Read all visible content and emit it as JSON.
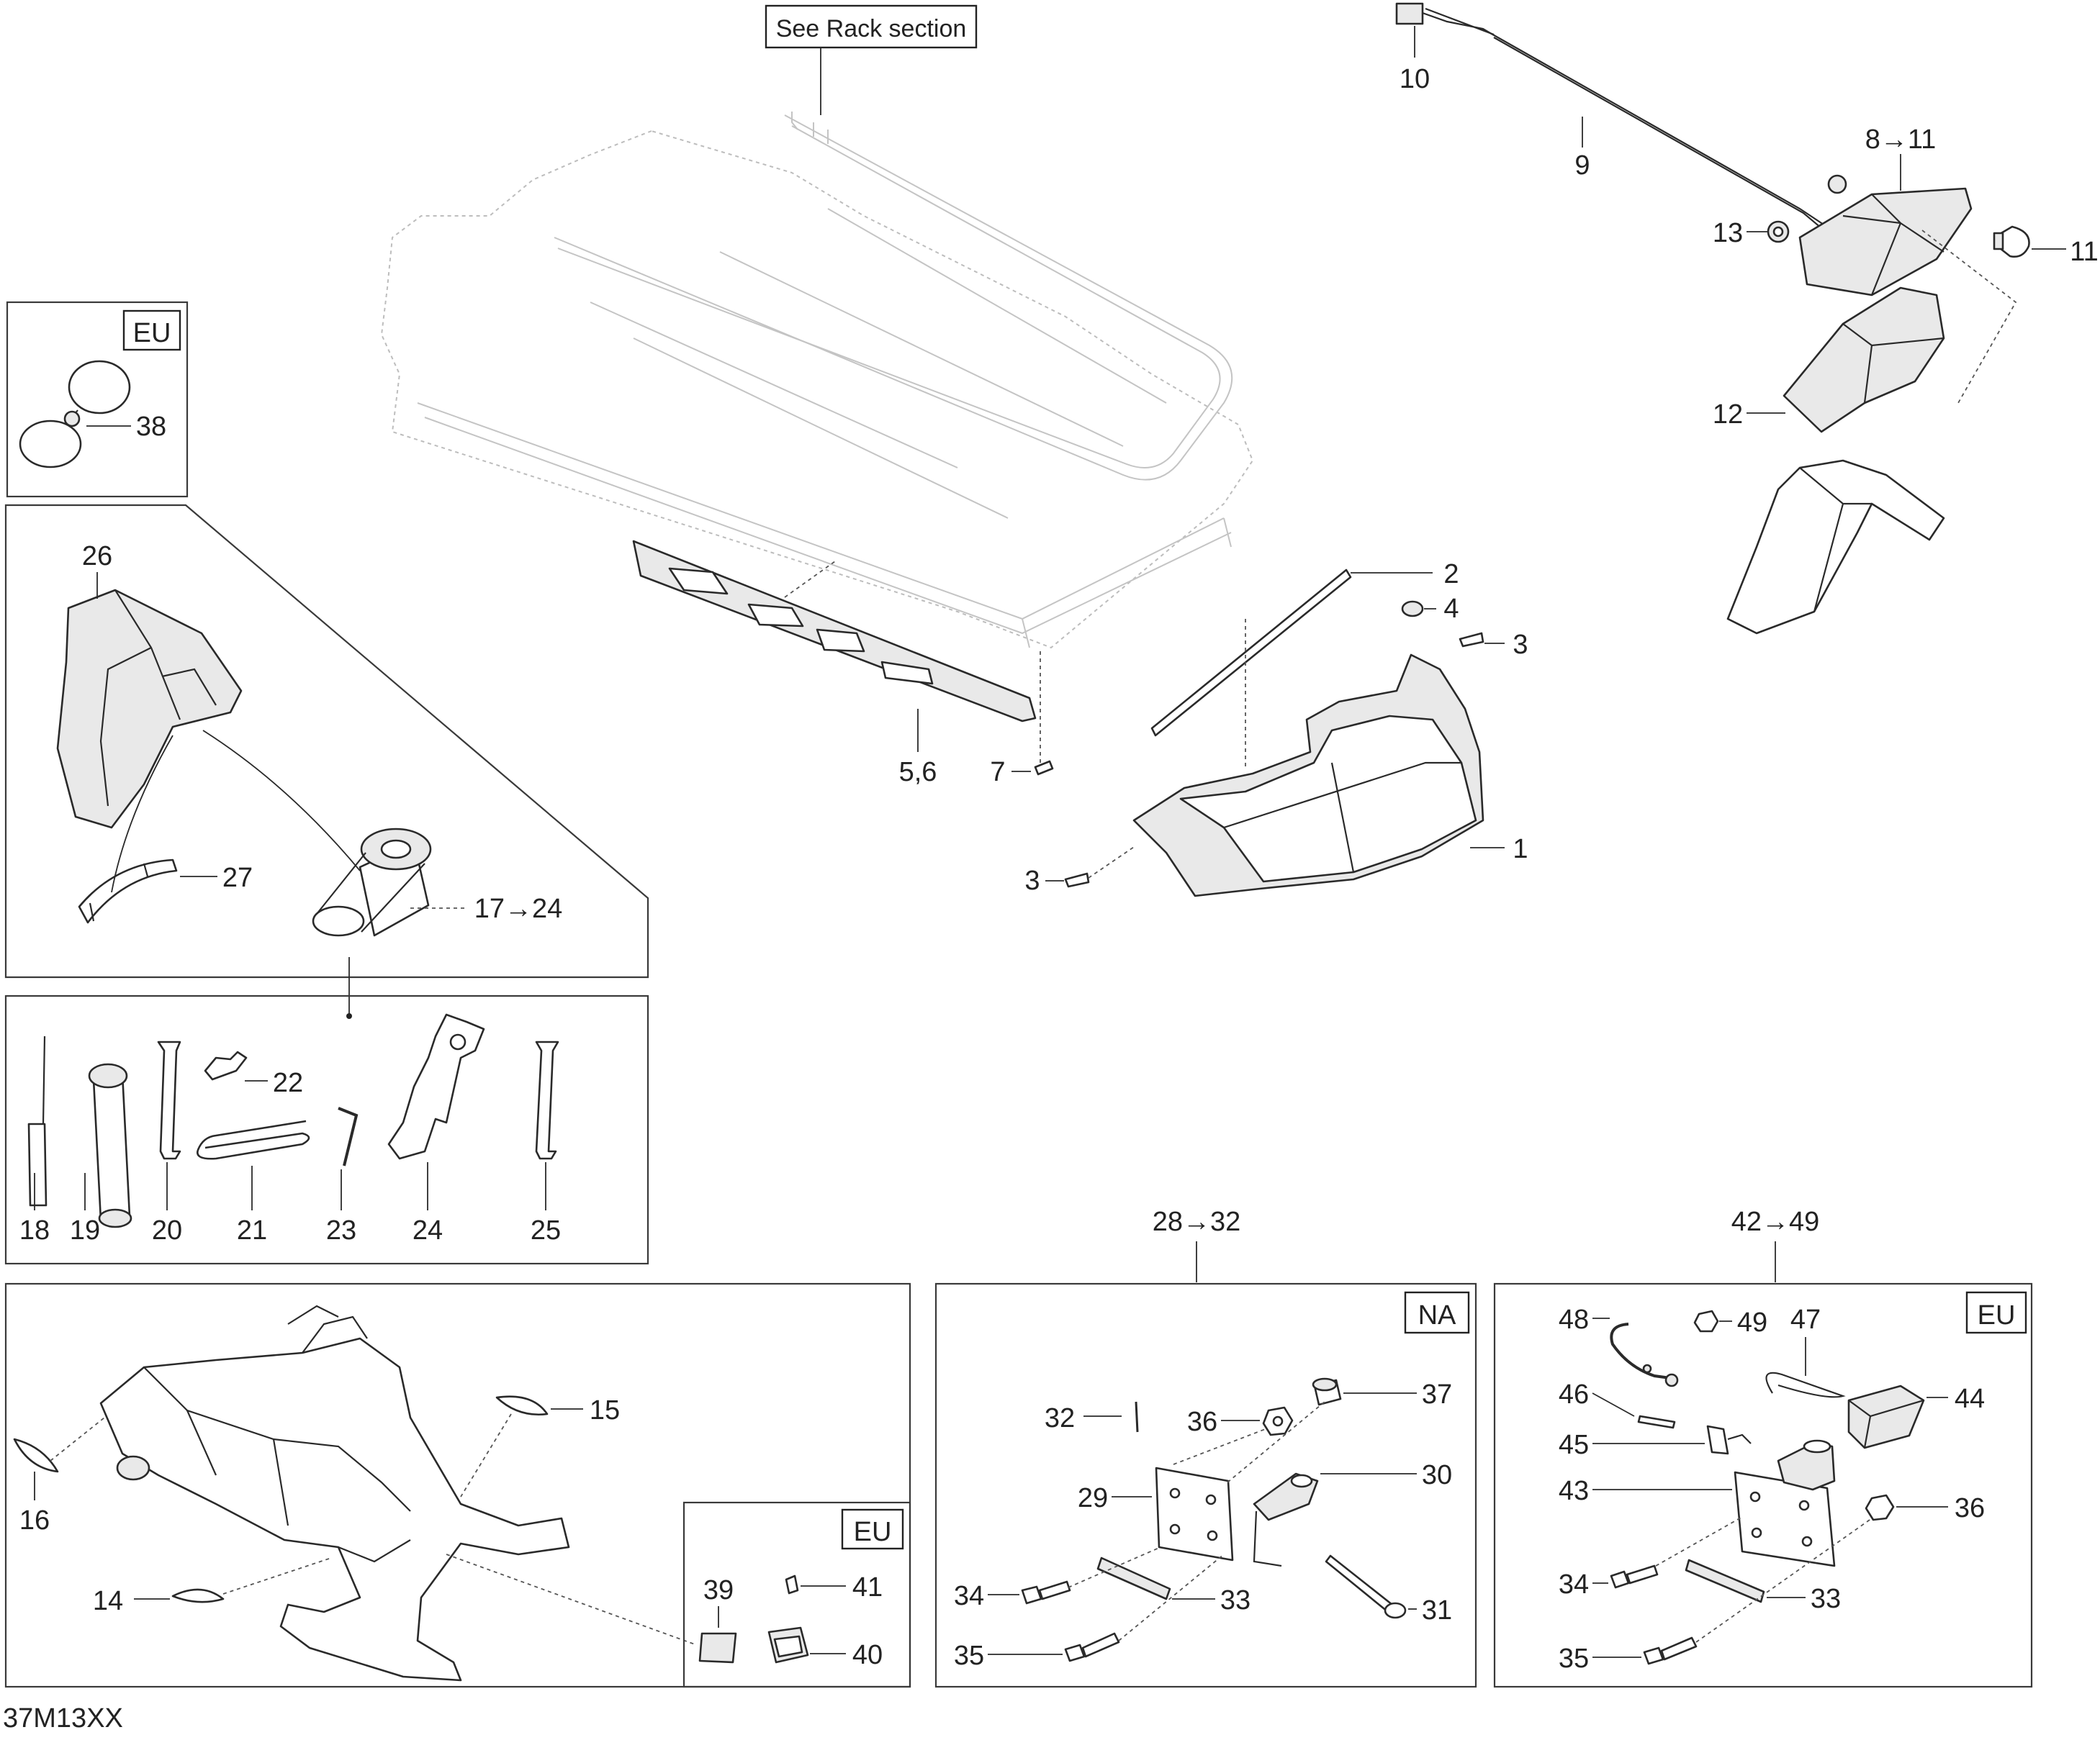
{
  "diagram": {
    "code": "37M13XX",
    "rack_note": "See Rack section",
    "region_tags": {
      "eu": "EU",
      "na": "NA"
    },
    "labels": {
      "p1": "1",
      "p2": "2",
      "p3": "3",
      "p4": "4",
      "p56": "5,6",
      "p7": "7",
      "p8_11": "8→11",
      "p9": "9",
      "p10": "10",
      "p11": "11",
      "p12": "12",
      "p13": "13",
      "p14": "14",
      "p15": "15",
      "p16": "16",
      "p17_24": "17→24",
      "p18": "18",
      "p19": "19",
      "p20": "20",
      "p21": "21",
      "p22": "22",
      "p23": "23",
      "p24": "24",
      "p25": "25",
      "p26": "26",
      "p27": "27",
      "p28_32": "28→32",
      "p29": "29",
      "p30": "30",
      "p31": "31",
      "p32": "32",
      "p33": "33",
      "p34": "34",
      "p35": "35",
      "p36": "36",
      "p37": "37",
      "p38": "38",
      "p39": "39",
      "p40": "40",
      "p41": "41",
      "p42_49": "42→49",
      "p43": "43",
      "p44": "44",
      "p45": "45",
      "p46": "46",
      "p47": "47",
      "p48": "48",
      "p49": "49"
    }
  }
}
